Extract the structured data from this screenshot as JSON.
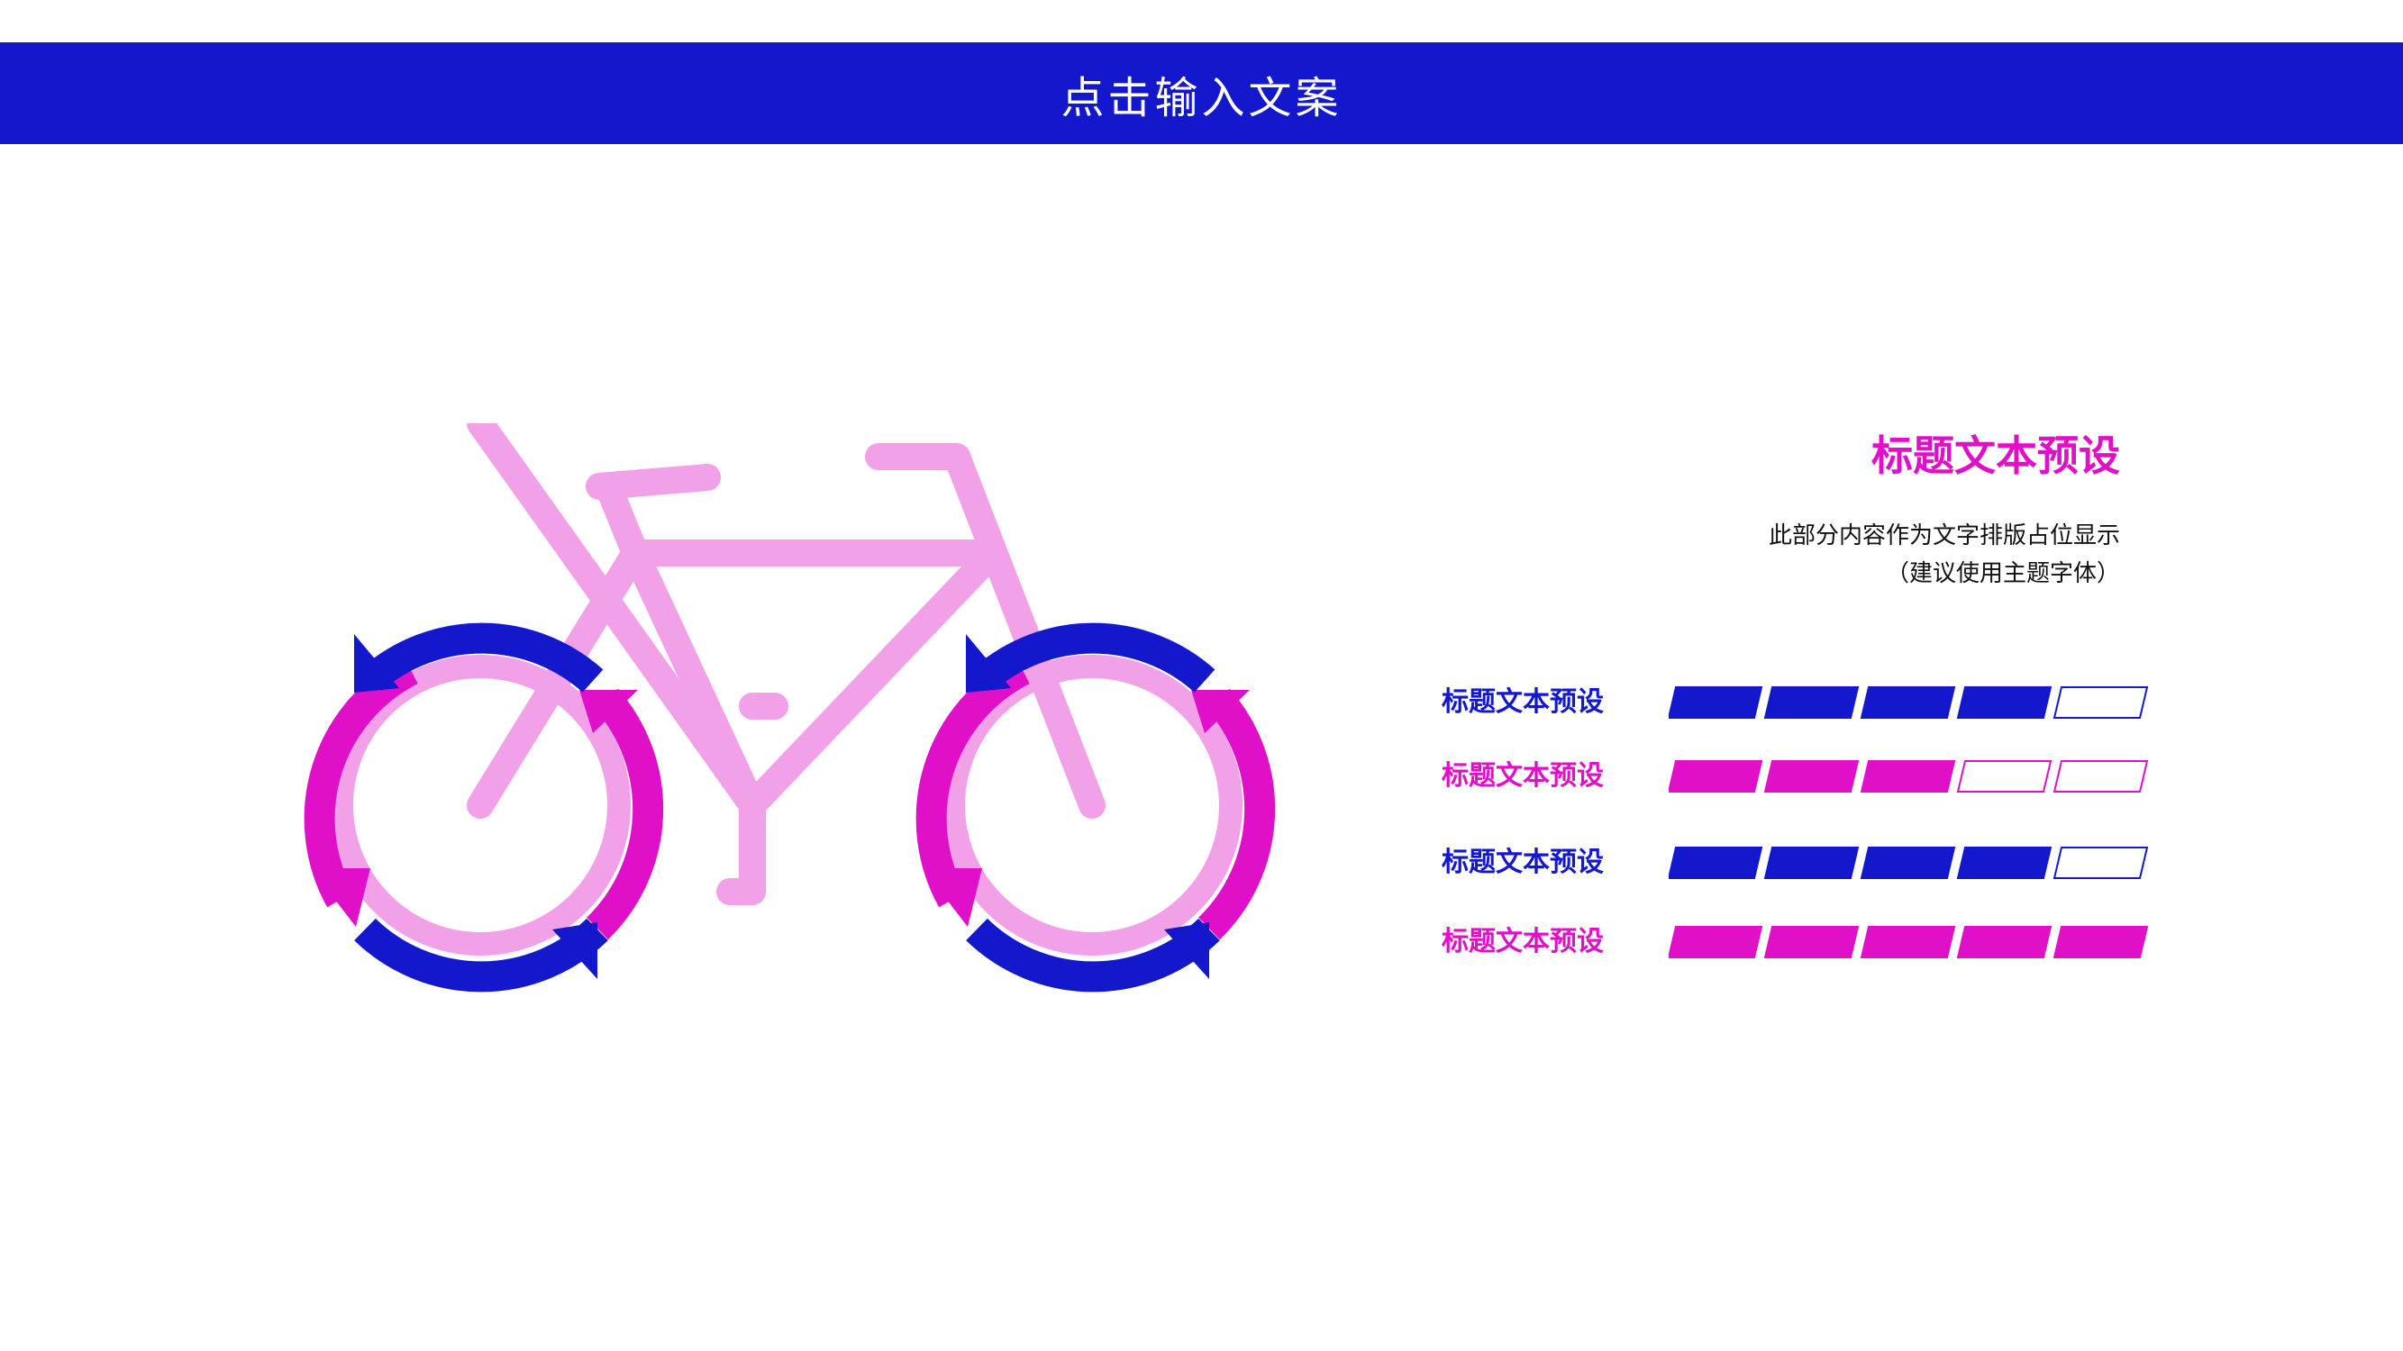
{
  "header": {
    "title": "点击输入文案"
  },
  "colors": {
    "blue": "#1318CC",
    "magenta": "#E010C8",
    "pink": "#F2A0E8"
  },
  "illustration": {
    "icon": "bicycle-with-cycle-arrows-icon"
  },
  "panel": {
    "title": "标题文本预设",
    "desc_line1": "此部分内容作为文字排版占位显示",
    "desc_line2": "（建议使用主题字体）"
  },
  "ratings": [
    {
      "label": "标题文本预设",
      "color": "blue",
      "filled": 4,
      "total": 5
    },
    {
      "label": "标题文本预设",
      "color": "magenta",
      "filled": 3,
      "total": 5
    },
    {
      "label": "标题文本预设",
      "color": "blue",
      "filled": 4,
      "total": 5
    },
    {
      "label": "标题文本预设",
      "color": "magenta",
      "filled": 5,
      "total": 5
    }
  ]
}
